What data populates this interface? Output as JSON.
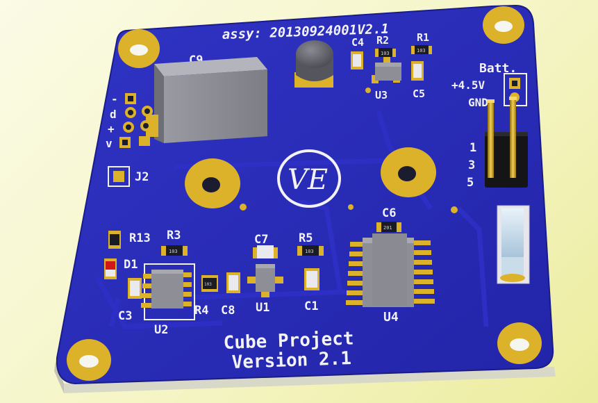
{
  "board": {
    "assy": "assy: 20130924001V2.1",
    "logo": "VE",
    "project_line1": "Cube Project",
    "project_line2": "Version 2.1"
  },
  "labels": {
    "c9": "C9",
    "c4": "C4",
    "r2": "R2",
    "r1": "R1",
    "u3": "U3",
    "c5": "C5",
    "batt": "Batt.",
    "plus45": "+4.5V",
    "gnd": "GND",
    "pin1": "1",
    "pin3": "3",
    "pin5": "5",
    "j2": "J2",
    "c6": "C6",
    "r13": "R13",
    "r3": "R3",
    "d1": "D1",
    "c7": "C7",
    "r5": "R5",
    "c3": "C3",
    "u2": "U2",
    "r4": "R4",
    "c8": "C8",
    "u1": "U1",
    "c1": "C1",
    "u4": "U4",
    "hdr_minus": "-",
    "hdr_d": "d",
    "hdr_plus": "+",
    "hdr_v": "v"
  },
  "part_marks": {
    "r2": "103",
    "r1": "103",
    "r3": "103",
    "r5": "103",
    "r4": "103",
    "c6": "201"
  },
  "colors": {
    "pcb": "#2a2cb8",
    "pcb_edge": "#1a1c88",
    "gold": "#dcb22a",
    "silk": "#f3f3f6",
    "component": "#8e8e96",
    "background": "#f6f6cc"
  }
}
